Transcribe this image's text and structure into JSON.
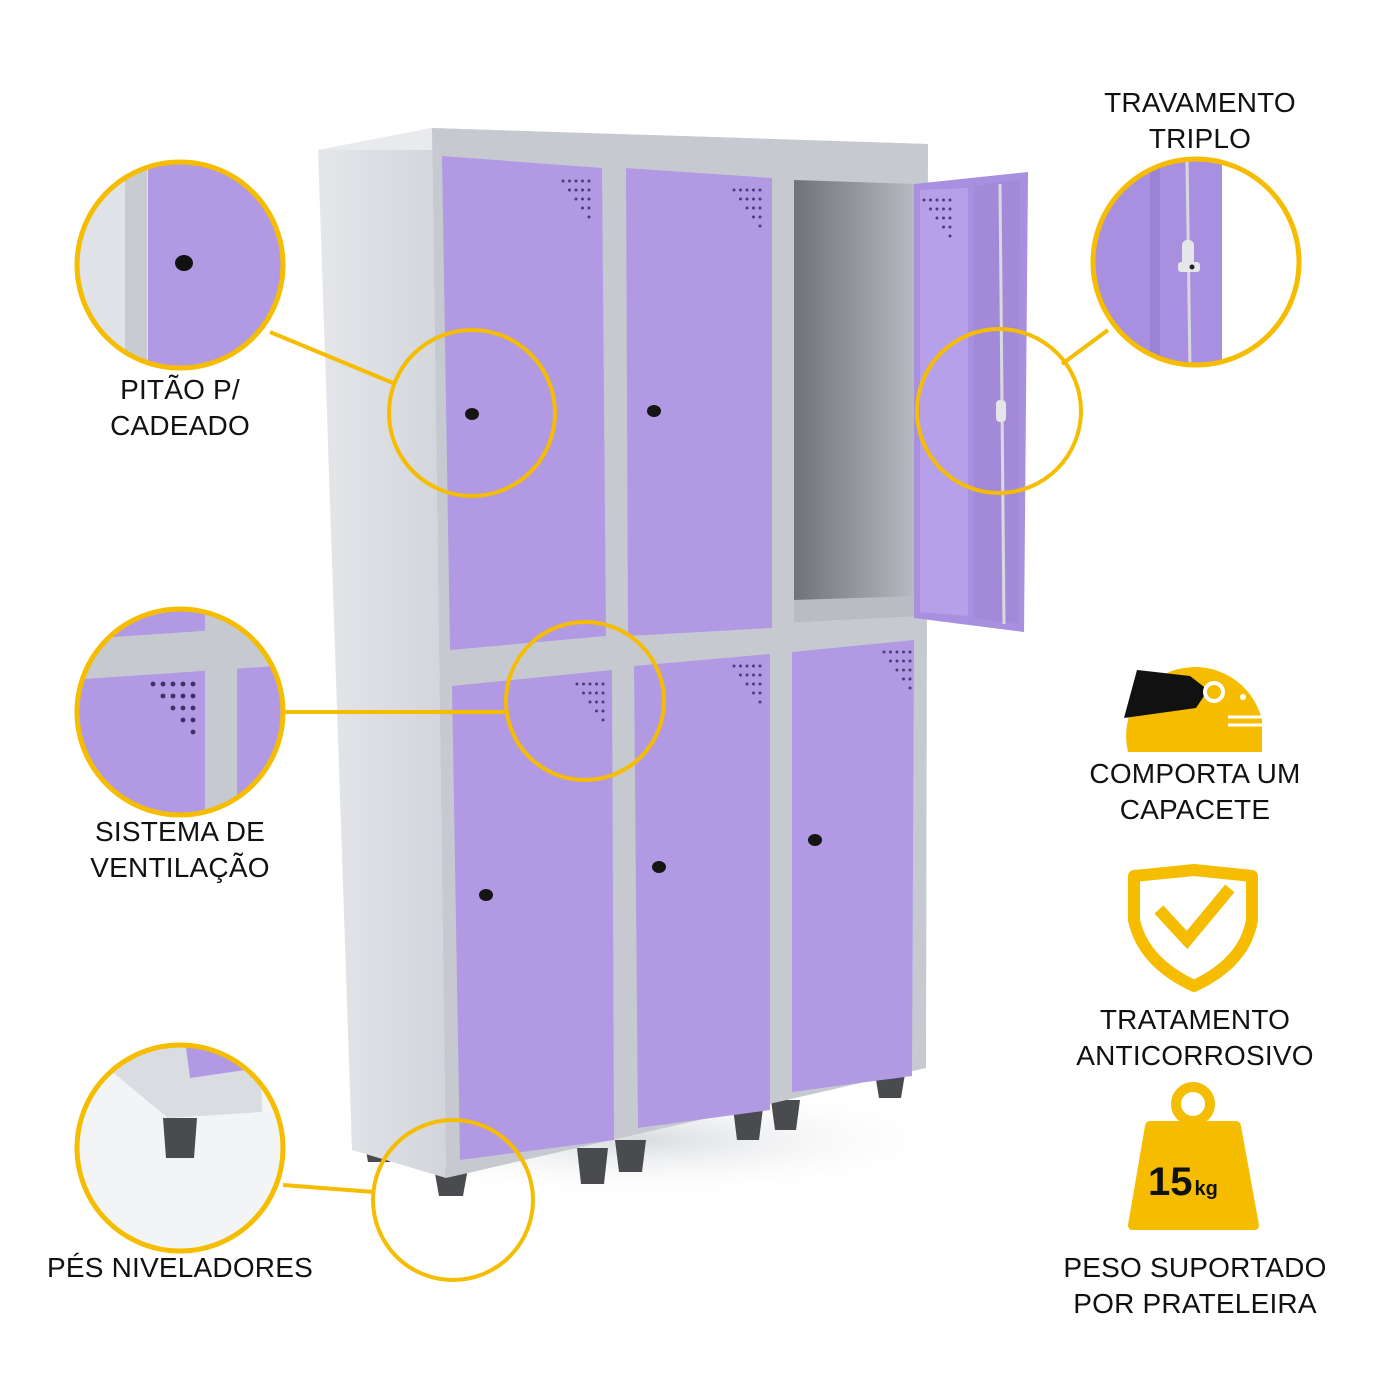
{
  "colors": {
    "accent": "#F5BC00",
    "door": "#B19AE3",
    "door_dark": "#9F86D6",
    "body": "#DADDE2",
    "frame": "#C5C9CF",
    "interior": "#8E9298",
    "foot": "#4A4B4F",
    "text": "#111111"
  },
  "product": {
    "type": "locker",
    "columns": 3,
    "rows": 2,
    "open_doors": 1
  },
  "callouts": {
    "padlock": {
      "lines": [
        "PITÃO P/",
        "CADEADO"
      ],
      "icon": "padlock-hasp-zoom"
    },
    "ventilation": {
      "lines": [
        "SISTEMA DE",
        "VENTILAÇÃO"
      ],
      "icon": "ventilation-holes-zoom"
    },
    "feet": {
      "lines": [
        "PÉS NIVELADORES"
      ],
      "icon": "leveling-foot-zoom"
    },
    "locking": {
      "lines": [
        "TRAVAMENTO",
        "TRIPLO"
      ],
      "icon": "triple-lock-rod-zoom"
    }
  },
  "features": {
    "helmet": {
      "lines": [
        "COMPORTA UM",
        "CAPACETE"
      ],
      "icon": "helmet-icon"
    },
    "anticorrosion": {
      "lines": [
        "TRATAMENTO",
        "ANTICORROSIVO"
      ],
      "icon": "shield-check-icon"
    },
    "weight": {
      "lines": [
        "PESO SUPORTADO",
        "POR PRATELEIRA"
      ],
      "icon": "weight-icon",
      "value": "15",
      "unit": "kg"
    }
  }
}
